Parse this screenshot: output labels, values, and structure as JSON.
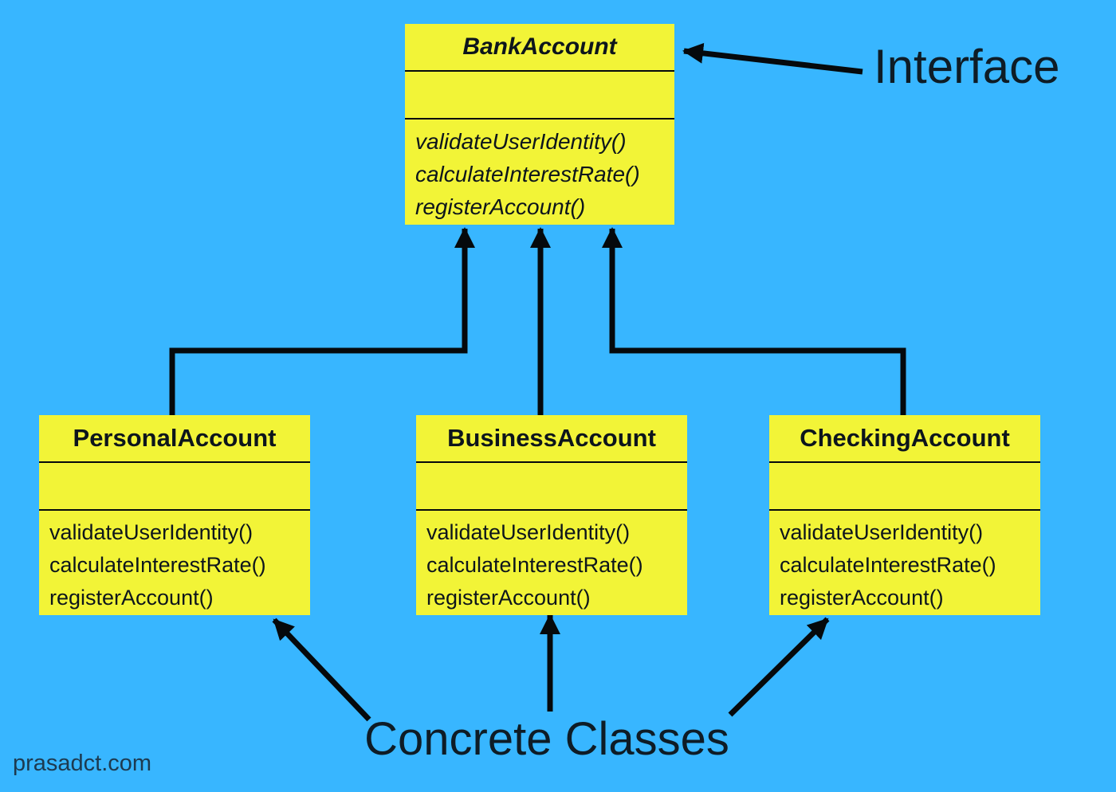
{
  "colors": {
    "background": "#38b6ff",
    "box_fill": "#f2f437",
    "line": "#05090c",
    "text": "#0d151c",
    "label_text": "#0e1c26",
    "watermark_color": "#1d3a50"
  },
  "annotations": {
    "interface_label": "Interface",
    "concrete_label": "Concrete Classes"
  },
  "watermark": "prasadct.com",
  "interface_class": {
    "name": "BankAccount",
    "methods": [
      "validateUserIdentity()",
      "calculateInterestRate()",
      "registerAccount()"
    ]
  },
  "concrete_classes": [
    {
      "name": "PersonalAccount",
      "methods": [
        "validateUserIdentity()",
        "calculateInterestRate()",
        "registerAccount()"
      ]
    },
    {
      "name": "BusinessAccount",
      "methods": [
        "validateUserIdentity()",
        "calculateInterestRate()",
        "registerAccount()"
      ]
    },
    {
      "name": "CheckingAccount",
      "methods": [
        "validateUserIdentity()",
        "calculateInterestRate()",
        "registerAccount()"
      ]
    }
  ]
}
